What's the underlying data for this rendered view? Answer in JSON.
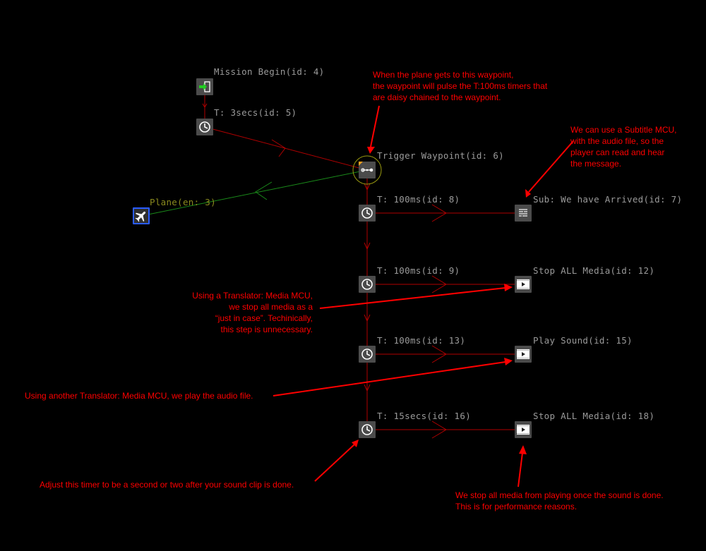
{
  "colors": {
    "background": "#000000",
    "link": "#b00000",
    "annotation": "#ff0000",
    "node_label": "#9a9a9a",
    "plane_label": "#8a8a1e",
    "plane_link": "#1a8a1a",
    "node_bg": "#4b4b4b",
    "plane_border": "#2a5cff",
    "waypoint_ring": "#9a9a10"
  },
  "nodes": {
    "mission_begin": {
      "label": "Mission Begin(id: 4)",
      "icon": "mission-begin-icon"
    },
    "timer_3secs": {
      "label": "T: 3secs(id: 5)",
      "icon": "clock-icon"
    },
    "plane": {
      "label": "Plane(en: 3)",
      "icon": "plane-icon"
    },
    "trigger_waypoint": {
      "label": "Trigger Waypoint(id: 6)",
      "icon": "waypoint-icon"
    },
    "timer_8": {
      "label": "T: 100ms(id: 8)",
      "icon": "clock-icon"
    },
    "subtitle_7": {
      "label": "Sub:  We have Arrived(id: 7)",
      "icon": "subtitle-icon"
    },
    "timer_9": {
      "label": "T: 100ms(id: 9)",
      "icon": "clock-icon"
    },
    "stop_media_12": {
      "label": "Stop ALL Media(id: 12)",
      "icon": "media-icon"
    },
    "timer_13": {
      "label": "T: 100ms(id: 13)",
      "icon": "clock-icon"
    },
    "play_sound_15": {
      "label": "Play Sound(id: 15)",
      "icon": "media-icon"
    },
    "timer_16": {
      "label": "T: 15secs(id: 16)",
      "icon": "clock-icon"
    },
    "stop_media_18": {
      "label": "Stop ALL Media(id: 18)",
      "icon": "media-icon"
    }
  },
  "annotations": {
    "waypoint_note": {
      "lines": [
        "When the plane gets to this waypoint,",
        "the waypoint will pulse the T:100ms timers that",
        "are daisy chained to the waypoint."
      ]
    },
    "subtitle_note": {
      "lines": [
        "We can use a Subtitle MCU,",
        "with the audio file, so the",
        "player can read and hear",
        "the message."
      ]
    },
    "stop_media_note": {
      "lines": [
        "Using a Translator: Media MCU,",
        "we stop all media as a",
        "“just in case”. Techinically,",
        "this step is unnecessary."
      ]
    },
    "play_sound_note": {
      "lines": [
        "Using another Translator: Media MCU, we play the audio file."
      ]
    },
    "timer_note": {
      "lines": [
        "Adjust this timer to be a second or two after your sound clip is done."
      ]
    },
    "final_stop_note": {
      "lines": [
        "We stop all media from playing once the sound is done.",
        "This is for performance reasons."
      ]
    }
  }
}
